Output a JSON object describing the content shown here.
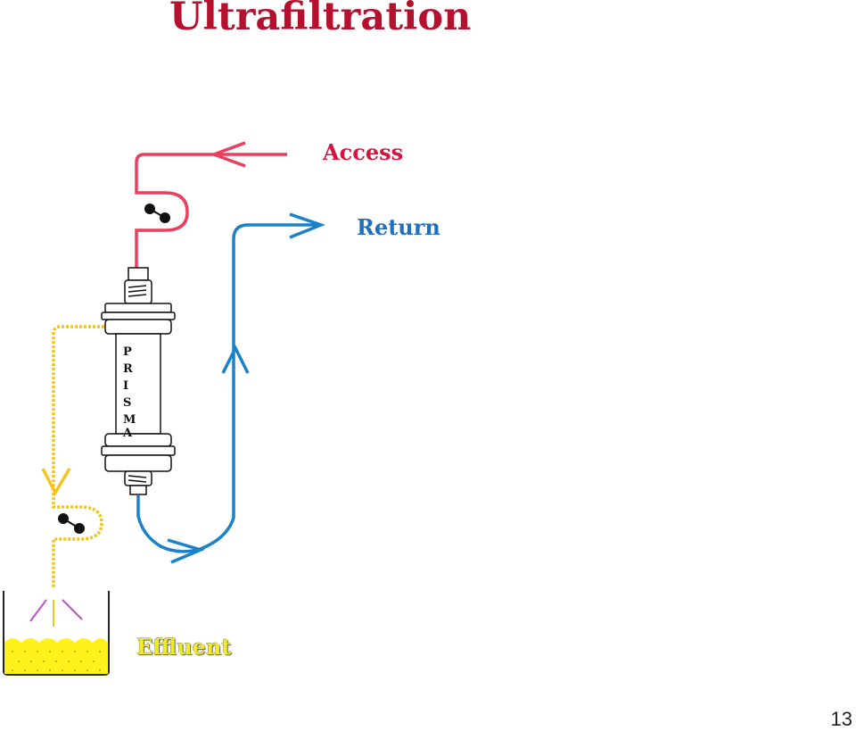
{
  "title": "Ultrafiltration",
  "labels": {
    "access": "Access",
    "return": "Return",
    "effluent": "Effluent"
  },
  "filter_letters": [
    "P",
    "R",
    "I",
    "S",
    "M",
    "A"
  ],
  "page_number": "13",
  "colors": {
    "title": "#b5102d",
    "access_line": "#e8405e",
    "return_line": "#1a82c8",
    "effluent_line": "#f3c41a",
    "effluent_fill": "#fff21c",
    "splash": "#c050d0"
  }
}
